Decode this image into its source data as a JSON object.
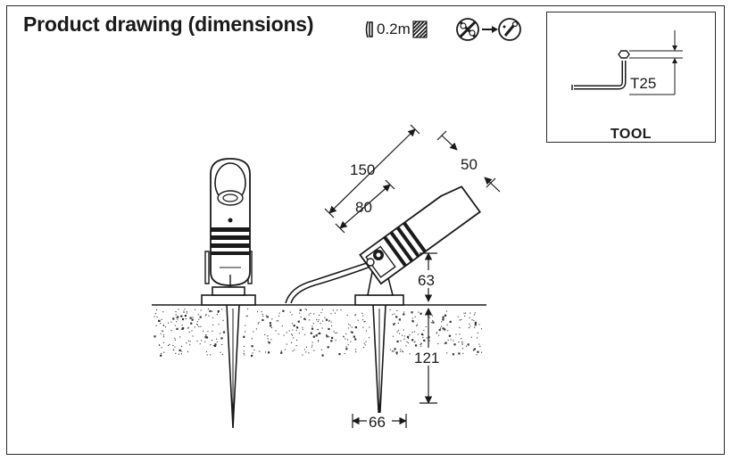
{
  "title": "Product drawing (dimensions)",
  "min_distance": "0.2m",
  "icons": {
    "lamp_distance": "lamp-distance-icon",
    "hatch": "flammable-surface-hatch-icon",
    "no_tools": "no-tool-icon",
    "tool_required": "tool-required-icon",
    "arrow": "arrow-right-icon"
  },
  "tool": {
    "label": "TOOL",
    "bit": "T25"
  },
  "dimensions": {
    "length_total": "150",
    "length_section": "80",
    "head_width": "50",
    "height_above_ground": "63",
    "spike_depth": "121",
    "spike_base": "66"
  },
  "colors": {
    "line": "#1a1a1a",
    "ground_speckle": "#333333"
  }
}
